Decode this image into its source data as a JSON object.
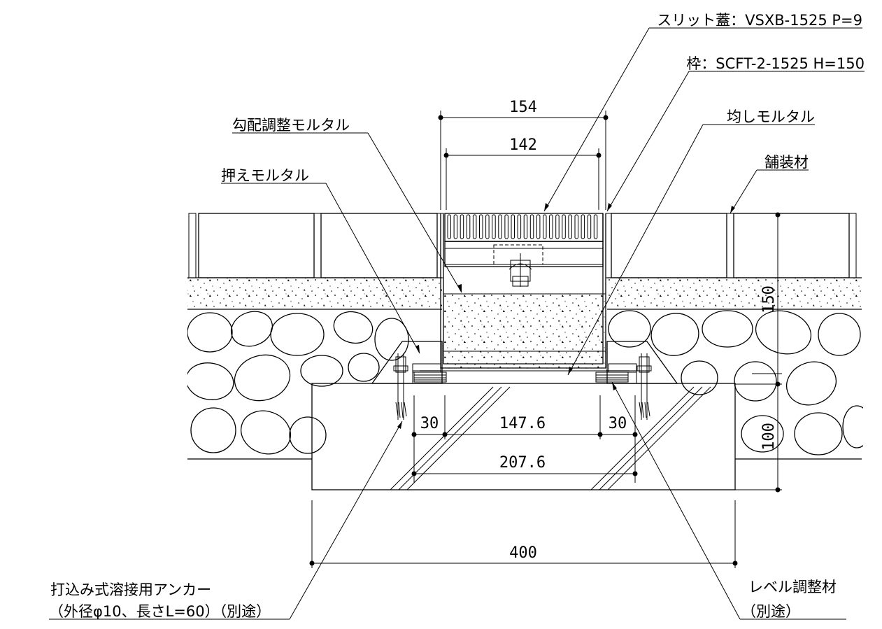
{
  "labels": {
    "slit_cover": "スリット蓋：VSXB-1525 P=9",
    "frame": "枠：SCFT-2-1525 H=150",
    "slope_mortar": "勾配調整モルタル",
    "leveling_mortar": "均しモルタル",
    "paving": "舗装材",
    "holding_mortar": "押えモルタル",
    "anchor_line1": "打込み式溶接用アンカー",
    "anchor_line2": "（外径φ10、長さL=60）（別途）",
    "level_adjuster_line1": "レベル調整材",
    "level_adjuster_line2": "（別途）"
  },
  "dimensions": {
    "d154": "154",
    "d142": "142",
    "d150": "150",
    "d100": "100",
    "d30_left": "30",
    "d30_right": "30",
    "d147_6": "147.6",
    "d207_6": "207.6",
    "d400": "400"
  }
}
